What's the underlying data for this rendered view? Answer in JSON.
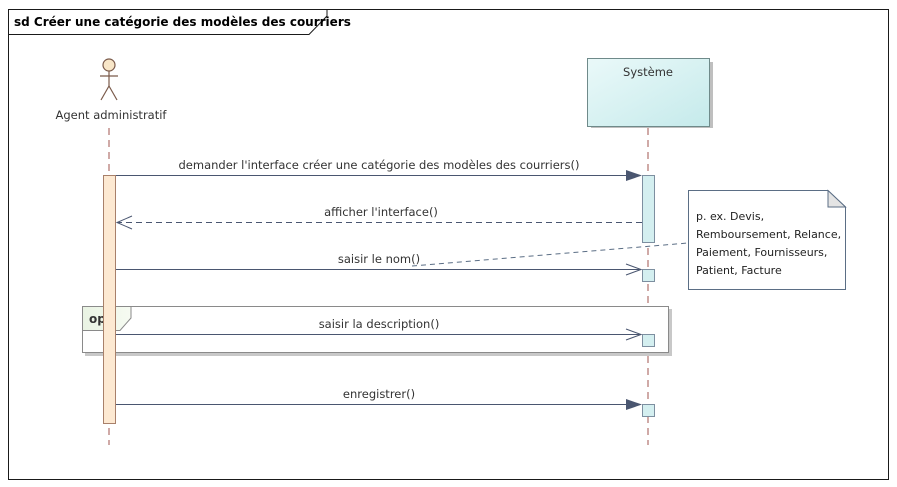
{
  "frame": {
    "title": "sd Créer une catégorie des modèles des courriers"
  },
  "actor": {
    "name": "Agent administratif"
  },
  "system": {
    "name": "Système"
  },
  "fragment": {
    "operator": "opt"
  },
  "messages": [
    {
      "label": "demander l'interface créer une catégorie des modèles des courriers()",
      "type": "sync"
    },
    {
      "label": "afficher l'interface()",
      "type": "return"
    },
    {
      "label": "saisir le nom()",
      "type": "async"
    },
    {
      "label": "saisir la description()",
      "type": "async"
    },
    {
      "label": "enregistrer()",
      "type": "sync"
    }
  ],
  "note": {
    "lines": [
      "p. ex. Devis,",
      "Remboursement, Relance,",
      "Paiement, Fournisseurs,",
      "Patient, Facture"
    ]
  },
  "colors": {
    "frame": "#1a1a1a",
    "lifeline": "#a0564f",
    "activation_actor": "#fde9d2",
    "activation_system": "#d4eff0",
    "system_box_top": "#e2f6f6",
    "system_box_bottom": "#c7ebec",
    "message_line": "#4a5670",
    "note_border": "#5b6e85"
  }
}
